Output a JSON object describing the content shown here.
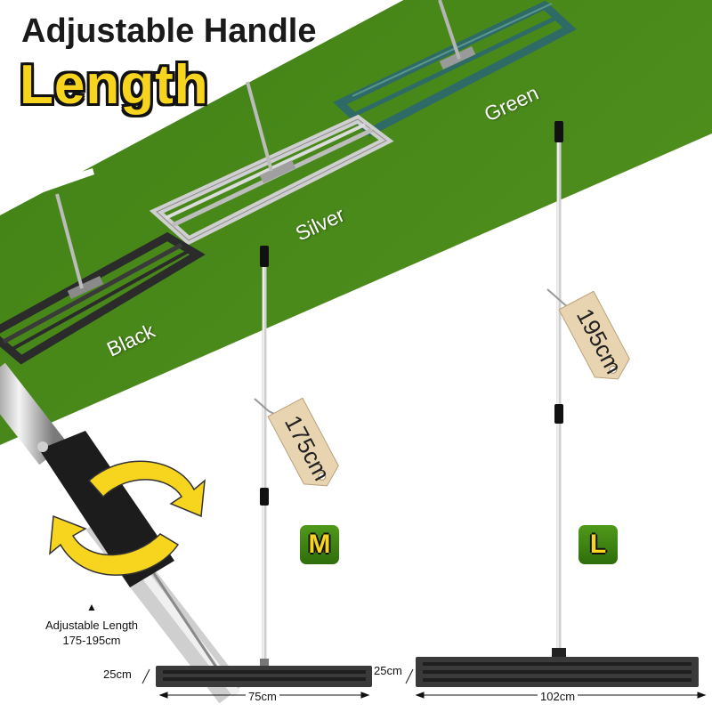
{
  "title": {
    "line1": "Adjustable Handle",
    "line2": "Length"
  },
  "color_options": [
    {
      "label": "Black",
      "color": "#2b2b2b"
    },
    {
      "label": "Silver",
      "color": "#c9c9c9"
    },
    {
      "label": "Green",
      "color": "#3f7d76"
    }
  ],
  "sizes": {
    "medium": {
      "badge": "M",
      "tag": "175cm",
      "width_label": "75cm",
      "depth_label": "25cm"
    },
    "large": {
      "badge": "L",
      "tag": "195cm",
      "width_label": "102cm",
      "depth_label": "25cm"
    }
  },
  "adjustable": {
    "arrow_glyph": "▲",
    "line1": "Adjustable Length",
    "line2": "175-195cm"
  },
  "colors": {
    "band_green": "#4a8a1a",
    "accent_yellow": "#f7d51f",
    "tag_beige": "#e8d4b0"
  }
}
